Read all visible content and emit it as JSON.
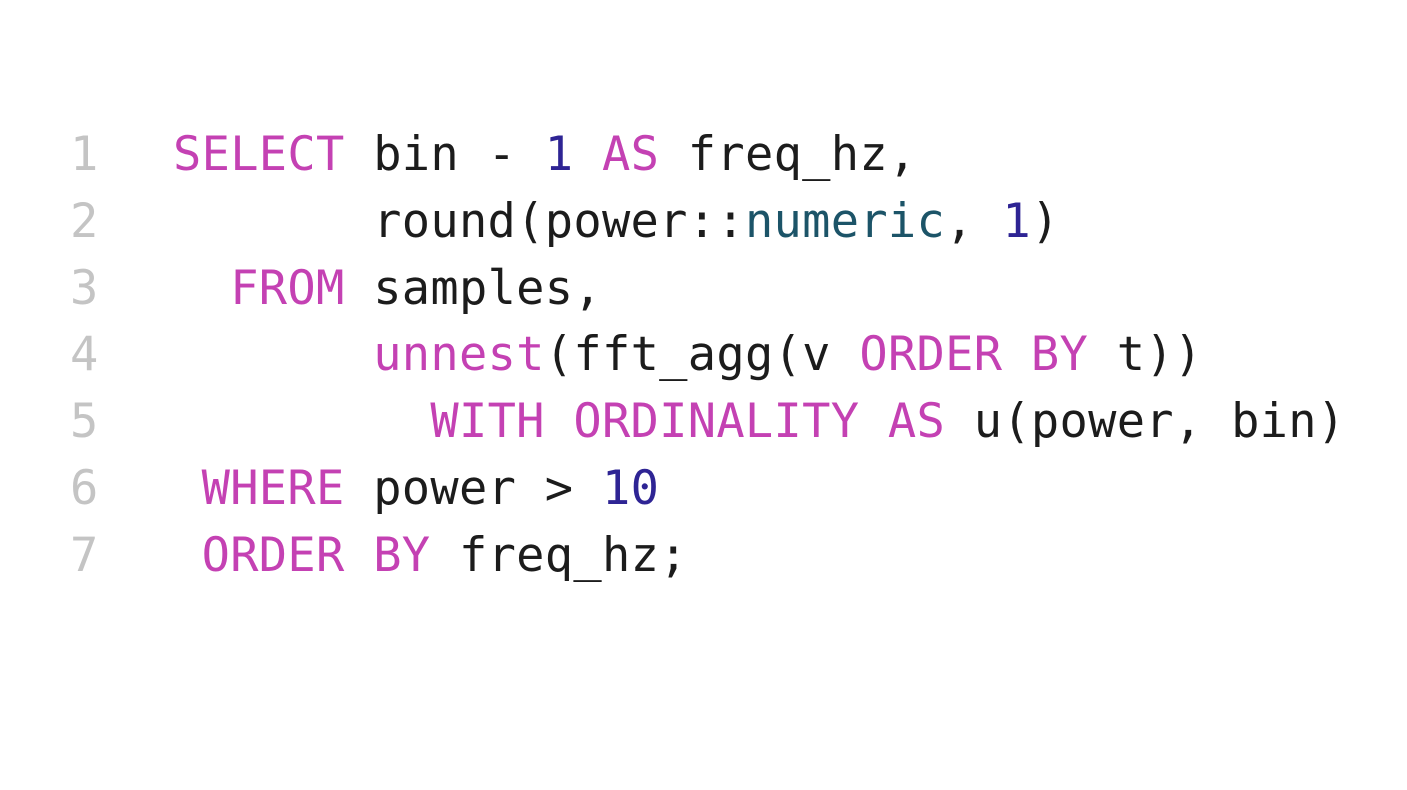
{
  "editor": {
    "lines": [
      {
        "number": "1",
        "tokens": [
          {
            "text": "SELECT",
            "kind": "kw"
          },
          {
            "text": " bin - ",
            "kind": "plain"
          },
          {
            "text": "1",
            "kind": "num"
          },
          {
            "text": " ",
            "kind": "plain"
          },
          {
            "text": "AS",
            "kind": "kw"
          },
          {
            "text": " freq_hz,",
            "kind": "plain"
          }
        ]
      },
      {
        "number": "2",
        "tokens": [
          {
            "text": "       round(power::",
            "kind": "plain"
          },
          {
            "text": "numeric",
            "kind": "typ"
          },
          {
            "text": ", ",
            "kind": "plain"
          },
          {
            "text": "1",
            "kind": "num"
          },
          {
            "text": ")",
            "kind": "plain"
          }
        ]
      },
      {
        "number": "3",
        "tokens": [
          {
            "text": "  ",
            "kind": "plain"
          },
          {
            "text": "FROM",
            "kind": "kw"
          },
          {
            "text": " samples,",
            "kind": "plain"
          }
        ]
      },
      {
        "number": "4",
        "tokens": [
          {
            "text": "       ",
            "kind": "plain"
          },
          {
            "text": "unnest",
            "kind": "fn"
          },
          {
            "text": "(fft_agg(v ",
            "kind": "plain"
          },
          {
            "text": "ORDER BY",
            "kind": "kw"
          },
          {
            "text": " t))",
            "kind": "plain"
          }
        ]
      },
      {
        "number": "5",
        "tokens": [
          {
            "text": "         ",
            "kind": "plain"
          },
          {
            "text": "WITH ORDINALITY AS",
            "kind": "kw"
          },
          {
            "text": " u(power, bin)",
            "kind": "plain"
          }
        ]
      },
      {
        "number": "6",
        "tokens": [
          {
            "text": " ",
            "kind": "plain"
          },
          {
            "text": "WHERE",
            "kind": "kw"
          },
          {
            "text": " power > ",
            "kind": "plain"
          },
          {
            "text": "10",
            "kind": "num"
          }
        ]
      },
      {
        "number": "7",
        "tokens": [
          {
            "text": " ",
            "kind": "plain"
          },
          {
            "text": "ORDER BY",
            "kind": "kw"
          },
          {
            "text": " freq_hz;",
            "kind": "plain"
          }
        ]
      }
    ]
  },
  "colors": {
    "keyword": "#c441b3",
    "number": "#2e2494",
    "type": "#1c5468",
    "text": "#1c1c1c",
    "line_number": "#c4c4c4",
    "background": "#ffffff"
  }
}
